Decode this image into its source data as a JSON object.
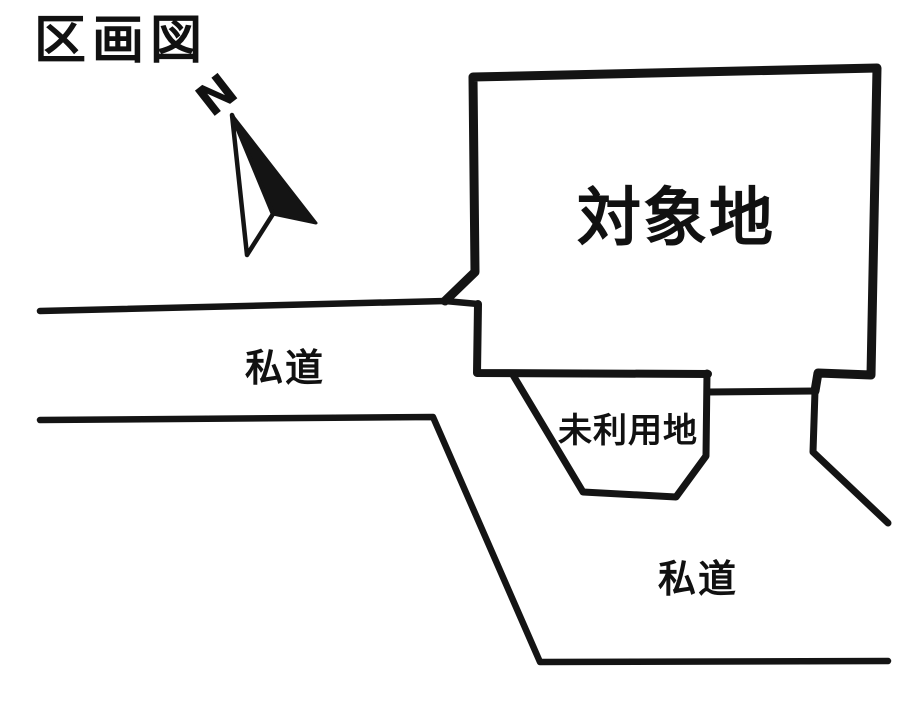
{
  "title": "区画図",
  "compass": {
    "north_label": "N"
  },
  "parcels": {
    "subject_site": "対象地",
    "unused_land": "未利用地"
  },
  "roads": {
    "upper_private_road": "私道",
    "lower_private_road": "私道"
  },
  "colors": {
    "line": "#141414",
    "text": "#111111",
    "background": "#ffffff"
  }
}
